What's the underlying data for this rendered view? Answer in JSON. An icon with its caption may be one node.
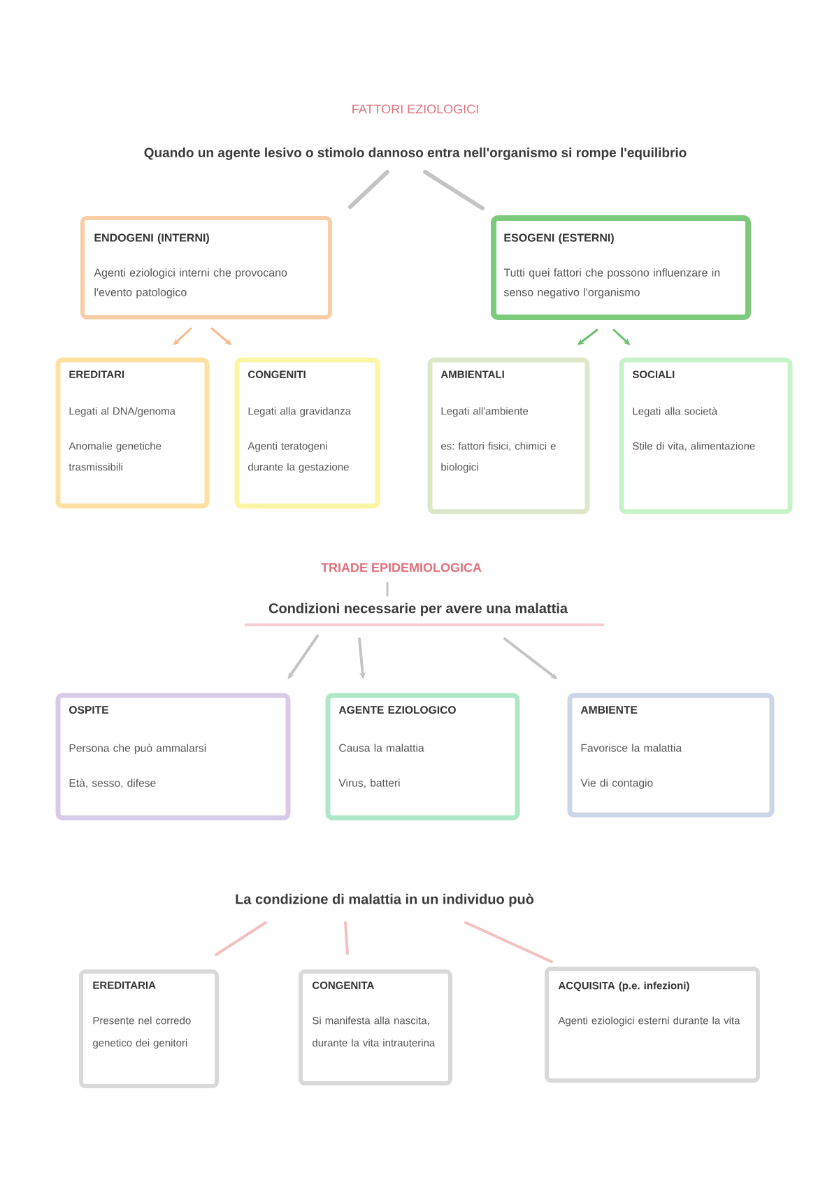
{
  "diagram": {
    "title": "FATTORI EZIOLOGICI",
    "nodes": [
      {
        "text": [
          "Quando un agente lesivo o stimolo dannoso entra nell'organismo si rompe l'equilibrio"
        ]
      },
      {
        "text": [
          "ENDOGENI (INTERNI)",
          "Agenti eziologici interni che provocano l'evento patologico"
        ]
      },
      {
        "text": [
          "ESOGENI (ESTERNI)",
          "Tutti quei fattori che possono influenzare in senso negativo l'organismo"
        ]
      },
      {
        "text": [
          "EREDITARI",
          "Legati al DNA/genoma",
          "Anomalie genetiche trasmissibili"
        ]
      },
      {
        "text": [
          "CONGENITI",
          "Legati alla gravidanza",
          "Agenti teratogeni durante la gestazione"
        ]
      },
      {
        "text": [
          "AMBIENTALI",
          "Legati all'ambiente",
          "es: fattori fisici, chimici e biologici"
        ]
      },
      {
        "text": [
          "SOCIALI",
          "Legati alla società",
          "Stile di vita, alimentazione"
        ]
      },
      {
        "text": [
          "TRIADE EPIDEMIOLOGICA"
        ]
      },
      {
        "text": [
          "Condizioni necessarie per avere una malattia"
        ]
      },
      {
        "text": [
          "OSPITE",
          "Persona che può ammalarsi",
          "Età, sesso, difese"
        ]
      },
      {
        "text": [
          "AGENTE EZIOLOGICO",
          "Causa la malattia",
          "Virus, batteri"
        ]
      },
      {
        "text": [
          "AMBIENTE",
          "Favorisce la malattia",
          "Vie di contagio"
        ]
      },
      {
        "text": [
          "La condizione di malattia in un individuo può"
        ]
      },
      {
        "text": [
          "EREDITARIA",
          "Presente nel corredo genetico dei genitori"
        ]
      },
      {
        "text": [
          "CONGENITA",
          "Si manifesta alla nascita, durante la vita intrauterina"
        ]
      },
      {
        "text": [
          "ACQUISITA (p.e. infezioni)",
          "Agenti eziologici esterni durante la vita"
        ]
      }
    ],
    "edges": [
      {
        "from": 0,
        "to": 1,
        "arrow": "none"
      },
      {
        "from": 0,
        "to": 2,
        "arrow": "none"
      },
      {
        "from": 1,
        "to": 3,
        "arrow": "to",
        "color": "#f6b98c"
      },
      {
        "from": 1,
        "to": 4,
        "arrow": "to",
        "color": "#f6b98c"
      },
      {
        "from": 2,
        "to": 5,
        "arrow": "to",
        "color": "#6cbf6c"
      },
      {
        "from": 2,
        "to": 6,
        "arrow": "to",
        "color": "#6cbf6c"
      },
      {
        "from": 7,
        "to": 8,
        "arrow": "none"
      },
      {
        "from": 8,
        "to": 9,
        "arrow": "to"
      },
      {
        "from": 8,
        "to": 10,
        "arrow": "to"
      },
      {
        "from": 8,
        "to": 11,
        "arrow": "to"
      },
      {
        "from": 12,
        "to": 13,
        "arrow": "none",
        "color": "#f2c0c0"
      },
      {
        "from": 12,
        "to": 14,
        "arrow": "none",
        "color": "#f2c0c0"
      },
      {
        "from": 12,
        "to": 15,
        "arrow": "none",
        "color": "#f2c0c0"
      }
    ]
  }
}
